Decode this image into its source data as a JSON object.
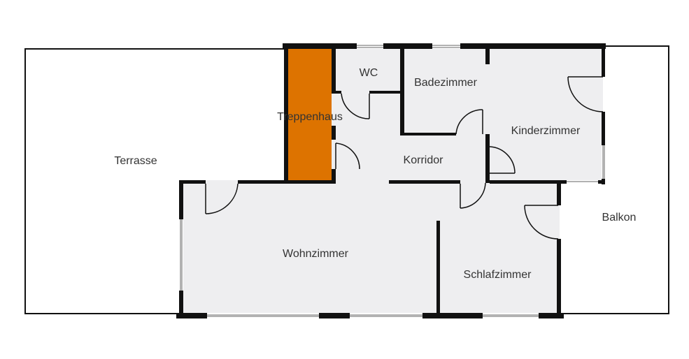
{
  "floorplan": {
    "colors": {
      "floor": "#eeeef0",
      "wall": "#111111",
      "stair": "#dd7300",
      "outside": "#ffffff"
    },
    "rooms": {
      "terrasse": "Terrasse",
      "treppenhaus": "Treppenhaus",
      "wc": "WC",
      "badezimmer": "Badezimmer",
      "kinderzimmer": "Kinderzimmer",
      "korridor": "Korridor",
      "wohnzimmer": "Wohnzimmer",
      "schlafzimmer": "Schlafzimmer",
      "balkon": "Balkon"
    }
  }
}
